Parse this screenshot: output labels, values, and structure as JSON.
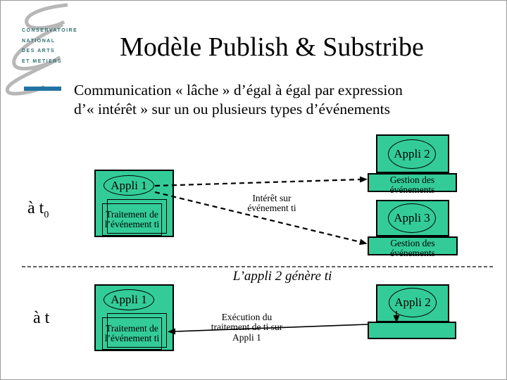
{
  "logo": {
    "institution_lines": "CONSERVATOIRE\nNATIONAL\nDES ARTS\nET METIERS"
  },
  "header": {
    "title": "Modèle Publish & Substribe",
    "subtitle": "Communication « lâche » d’égal à égal par expression\nd’« intérêt » sur un ou plusieurs types d’événements"
  },
  "colors": {
    "app_green": "#33cc99",
    "logo_teal": "#2e6f6e",
    "logo_bar_blue": "#2273a3"
  },
  "diagram": {
    "top": {
      "time_label": "à t",
      "time_sub": "0",
      "app1": "Appli 1",
      "app1_doc": "Traitement de\nl’événement ti",
      "interest": "Intérêt sur\névénement ti",
      "app2": "Appli 2",
      "app2_service": "Gestion des\névénements",
      "app3": "Appli 3",
      "app3_service": "Gestion des\névénements"
    },
    "divider_label": "L’appli 2 génère ti",
    "bottom": {
      "time_label": "à t",
      "app1": "Appli 1",
      "app1_doc": "Traitement de\nl’événement ti",
      "execution": "Exécution du\ntraitement de ti sur\nAppli 1",
      "app2": "Appli 2"
    }
  }
}
